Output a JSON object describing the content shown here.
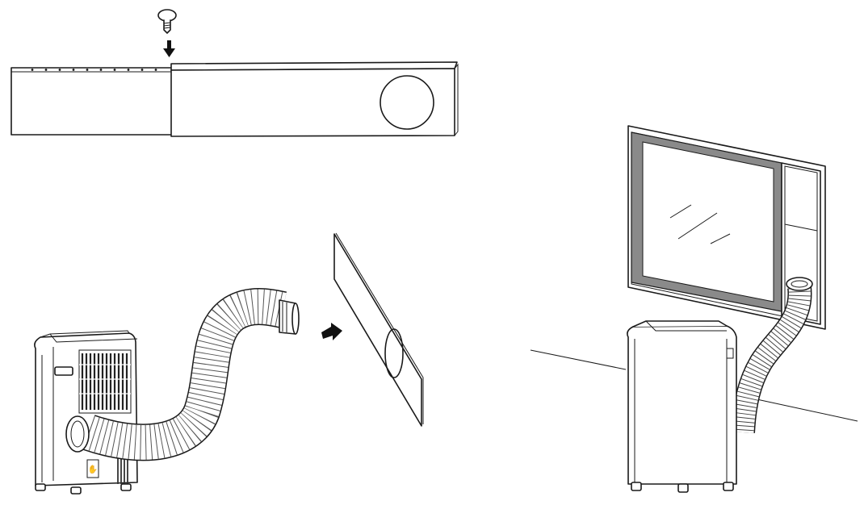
{
  "figure": {
    "panels": [
      {
        "id": "slider-assembly",
        "items": [
          "screw-icon",
          "arrow-down-icon",
          "window-slider-inner",
          "window-slider-outer",
          "exhaust-hole"
        ]
      },
      {
        "id": "hose-connection",
        "items": [
          "portable-ac-unit",
          "exhaust-hose",
          "hose-adapter",
          "arrow-right-icon",
          "window-slider-panel"
        ]
      },
      {
        "id": "installed-view",
        "items": [
          "window-frame",
          "window-glass",
          "window-slider-installed",
          "portable-ac-unit",
          "exhaust-hose",
          "floor-line"
        ]
      }
    ]
  },
  "colors": {
    "line": "#1a1a1a",
    "frame_gray": "#8a8a8a",
    "background": "#ffffff"
  }
}
